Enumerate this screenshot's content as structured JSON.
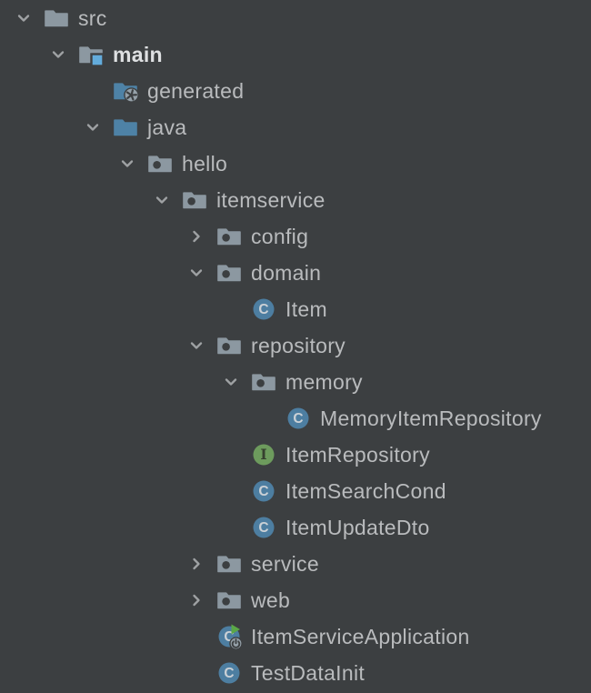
{
  "colors": {
    "background": "#3C3F41",
    "row_text": "#B9BBBD",
    "bold_text": "#DEE0E2",
    "chevron": "#9FA2A4",
    "folder_gray": "#8C98A1",
    "folder_blue": "#4E82A6",
    "package_dot": "#3C3F41",
    "class_blue": "#4D7EA1",
    "class_letter_color": "#CBD1D6",
    "interface_green": "#6D9B5D",
    "interface_letter_color": "#36402F",
    "module_badge_blue": "#63ACDC",
    "run_green": "#5BA746",
    "badge_gray": "#95A0A8"
  },
  "tree": {
    "class_letter": "C",
    "interface_letter": "I",
    "rows": [
      {
        "label": "src",
        "depth": 0,
        "icon": "folder",
        "chevron": "expanded",
        "bold": false
      },
      {
        "label": "main",
        "depth": 1,
        "icon": "folder-module",
        "chevron": "expanded",
        "bold": true
      },
      {
        "label": "generated",
        "depth": 2,
        "icon": "generated-sources",
        "chevron": "none",
        "bold": false
      },
      {
        "label": "java",
        "depth": 2,
        "icon": "sources-root",
        "chevron": "expanded",
        "bold": false
      },
      {
        "label": "hello",
        "depth": 3,
        "icon": "package",
        "chevron": "expanded",
        "bold": false
      },
      {
        "label": "itemservice",
        "depth": 4,
        "icon": "package",
        "chevron": "expanded",
        "bold": false
      },
      {
        "label": "config",
        "depth": 5,
        "icon": "package",
        "chevron": "collapsed",
        "bold": false
      },
      {
        "label": "domain",
        "depth": 5,
        "icon": "package",
        "chevron": "expanded",
        "bold": false
      },
      {
        "label": "Item",
        "depth": 6,
        "icon": "class",
        "chevron": "none",
        "bold": false
      },
      {
        "label": "repository",
        "depth": 5,
        "icon": "package",
        "chevron": "expanded",
        "bold": false
      },
      {
        "label": "memory",
        "depth": 6,
        "icon": "package",
        "chevron": "expanded",
        "bold": false
      },
      {
        "label": "MemoryItemRepository",
        "depth": 7,
        "icon": "class",
        "chevron": "none",
        "bold": false
      },
      {
        "label": "ItemRepository",
        "depth": 6,
        "icon": "interface",
        "chevron": "none",
        "bold": false
      },
      {
        "label": "ItemSearchCond",
        "depth": 6,
        "icon": "class",
        "chevron": "none",
        "bold": false
      },
      {
        "label": "ItemUpdateDto",
        "depth": 6,
        "icon": "class",
        "chevron": "none",
        "bold": false
      },
      {
        "label": "service",
        "depth": 5,
        "icon": "package",
        "chevron": "collapsed",
        "bold": false
      },
      {
        "label": "web",
        "depth": 5,
        "icon": "package",
        "chevron": "collapsed",
        "bold": false
      },
      {
        "label": "ItemServiceApplication",
        "depth": 5,
        "icon": "runnable-class",
        "chevron": "none",
        "bold": false
      },
      {
        "label": "TestDataInit",
        "depth": 5,
        "icon": "class",
        "chevron": "none",
        "bold": false
      }
    ]
  }
}
